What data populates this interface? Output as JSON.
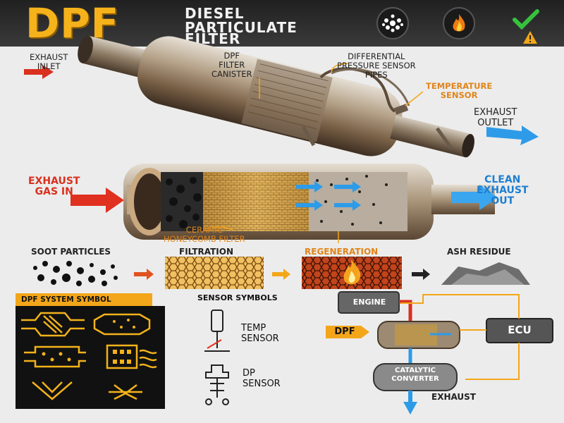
{
  "header": {
    "logo": "DPF",
    "title_line1": "DIESEL",
    "title_line2": "PARTICULATE",
    "title_line3": "FILTER",
    "icons": [
      "soot-icon",
      "fire-icon",
      "check-warning-icon"
    ]
  },
  "top_diagram": {
    "exhaust_inlet": [
      "EXHAUST",
      "INLET"
    ],
    "canister": [
      "DPF",
      "FILTER",
      "CANISTER"
    ],
    "dp_pipes": [
      "DIFFERENTIAL",
      "PRESSURE SENSOR",
      "PIPES"
    ],
    "temp_sensor": [
      "TEMPERATURE",
      "SENSOR"
    ],
    "exhaust_outlet": [
      "EXHAUST",
      "OUTLET"
    ]
  },
  "cutaway": {
    "gas_in": [
      "EXHAUST",
      "GAS IN"
    ],
    "clean_out": [
      "CLEAN",
      "EXHAUST",
      "OUT"
    ],
    "ceramic": [
      "CERAMIC",
      "HONEYCOMB FILTER"
    ]
  },
  "process": {
    "steps": [
      "SOOT PARTICLES",
      "FILTRATION",
      "REGENERATION",
      "ASH RESIDUE"
    ]
  },
  "symbols": {
    "system_title": "DPF SYSTEM SYMBOL",
    "sensor_title": "SENSOR SYMBOLS",
    "temp_sensor": [
      "TEMP",
      "SENSOR"
    ],
    "dp_sensor": [
      "DP",
      "SENSOR"
    ]
  },
  "system_diagram": {
    "engine": "ENGINE",
    "dpf": "DPF",
    "ecu": "ECU",
    "catalytic": [
      "CATALYTIC",
      "CONVERTER"
    ],
    "exhaust": "EXHAUST"
  },
  "colors": {
    "accent": "#f5b21b",
    "hot": "#d9301f",
    "clean": "#1d7fd1",
    "orange_label": "#e0851a"
  }
}
